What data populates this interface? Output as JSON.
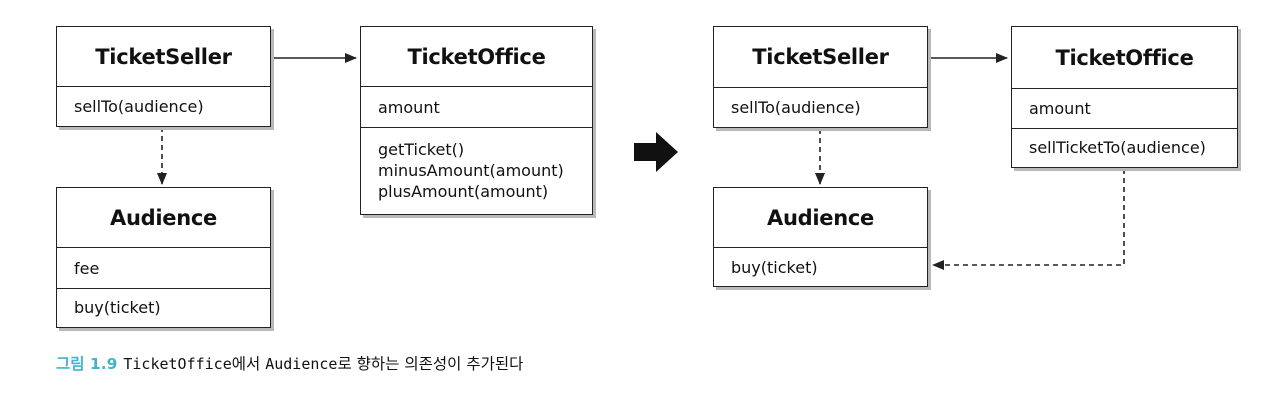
{
  "left": {
    "ticket_seller": {
      "name": "TicketSeller",
      "methods": [
        "sellTo(audience)"
      ]
    },
    "ticket_office": {
      "name": "TicketOffice",
      "attributes": [
        "amount"
      ],
      "methods": [
        "getTicket()",
        "minusAmount(amount)",
        "plusAmount(amount)"
      ]
    },
    "audience": {
      "name": "Audience",
      "attributes": [
        "fee"
      ],
      "methods": [
        "buy(ticket)"
      ]
    }
  },
  "right": {
    "ticket_seller": {
      "name": "TicketSeller",
      "methods": [
        "sellTo(audience)"
      ]
    },
    "ticket_office": {
      "name": "TicketOffice",
      "attributes": [
        "amount"
      ],
      "methods": [
        "sellTicketTo(audience)"
      ]
    },
    "audience": {
      "name": "Audience",
      "methods": [
        "buy(ticket)"
      ]
    }
  },
  "caption": {
    "figure": "그림 1.9",
    "code_a": "TicketOffice",
    "text_a": "에서 ",
    "code_b": "Audience",
    "text_b": "로 향하는 의존성이 추가된다"
  }
}
